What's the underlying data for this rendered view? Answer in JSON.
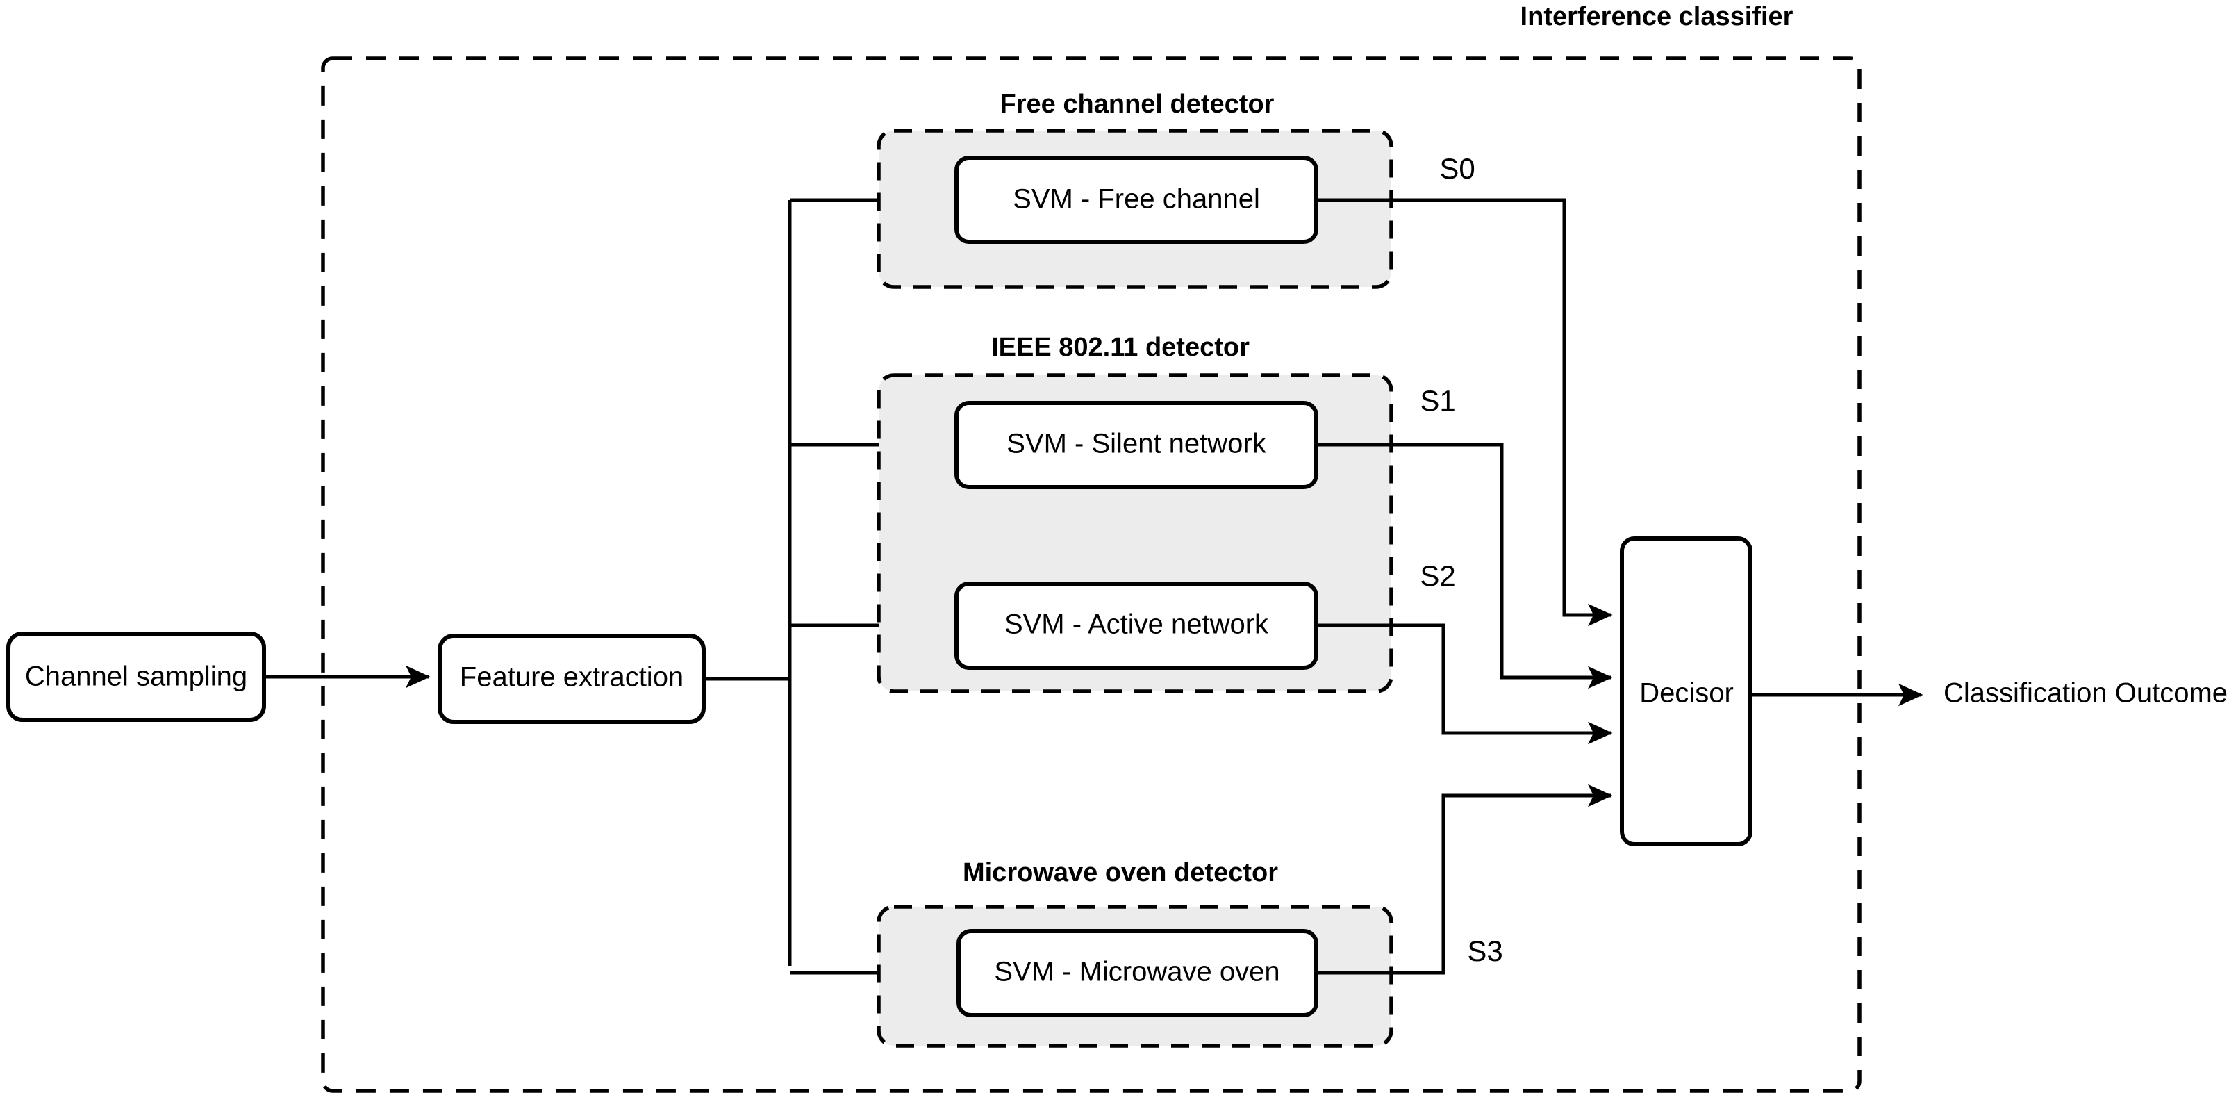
{
  "diagram": {
    "title": "Interference classifier",
    "input_nodes": [
      {
        "id": "channel-sampling",
        "label": "Channel sampling"
      },
      {
        "id": "feature-extraction",
        "label": "Feature extraction"
      }
    ],
    "detector_groups": [
      {
        "id": "free-channel-detector",
        "title": "Free channel detector",
        "classifiers": [
          {
            "id": "svm-free-channel",
            "label": "SVM - Free channel",
            "signal": "S0"
          }
        ]
      },
      {
        "id": "ieee-802-11-detector",
        "title": "IEEE 802.11 detector",
        "classifiers": [
          {
            "id": "svm-silent-network",
            "label": "SVM - Silent network",
            "signal": "S1"
          },
          {
            "id": "svm-active-network",
            "label": "SVM - Active network",
            "signal": "S2"
          }
        ]
      },
      {
        "id": "microwave-oven-detector",
        "title": "Microwave oven detector",
        "classifiers": [
          {
            "id": "svm-microwave-oven",
            "label": "SVM - Microwave oven",
            "signal": "S3"
          }
        ]
      }
    ],
    "decisor": {
      "id": "decisor",
      "label": "Decisor"
    },
    "output": {
      "id": "classification-outcome",
      "label": "Classification Outcome"
    },
    "signals": [
      "S0",
      "S1",
      "S2",
      "S3"
    ],
    "colors": {
      "stroke": "#000000",
      "group_fill": "#ececec",
      "node_fill": "#ffffff",
      "background": "#ffffff"
    }
  }
}
